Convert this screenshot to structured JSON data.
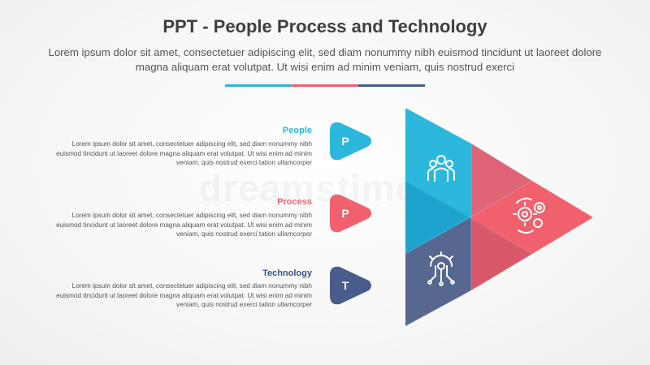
{
  "header": {
    "title": "PPT - People Process and Technology",
    "subtitle": "Lorem ipsum dolor sit amet, consectetuer adipiscing elit, sed diam nonummy nibh euismod tincidunt ut laoreet dolore magna aliquam erat volutpat. Ut wisi enim ad minim veniam, quis nostrud exerci"
  },
  "colors": {
    "people": "#2bb8dc",
    "process": "#f0616d",
    "technology": "#485d8c",
    "label_technology": "#3d5282"
  },
  "items": [
    {
      "label": "People",
      "letter": "P",
      "text": "Lorem ipsum dolor sit amet, consectetuer adipiscing elit, sed diam nonummy nibh euismod tincidunt ut laoreet dolore magna aliquam erat volutpat. Ut wisi enim ad minim veniam, quis nostrud exerci tation ullamcorper",
      "icon": "people-group-icon"
    },
    {
      "label": "Process",
      "letter": "P",
      "text": "Lorem ipsum dolor sit amet, consectetuer adipiscing elit, sed diam nonummy nibh euismod tincidunt ut laoreet dolore magna aliquam erat volutpat. Ut wisi enim ad minim veniam, quis nostrud exerci tation ullamcorper",
      "icon": "gears-icon"
    },
    {
      "label": "Technology",
      "letter": "T",
      "text": "Lorem ipsum dolor sit amet, consectetuer adipiscing elit, sed diam nonummy nibh euismod tincidunt ut laoreet dolore magna aliquam erat volutpat. Ut wisi enim ad minim veniam, quis nostrud exerci tation ullamcorper",
      "icon": "circuit-gear-icon"
    }
  ],
  "watermark": "dreamstime"
}
